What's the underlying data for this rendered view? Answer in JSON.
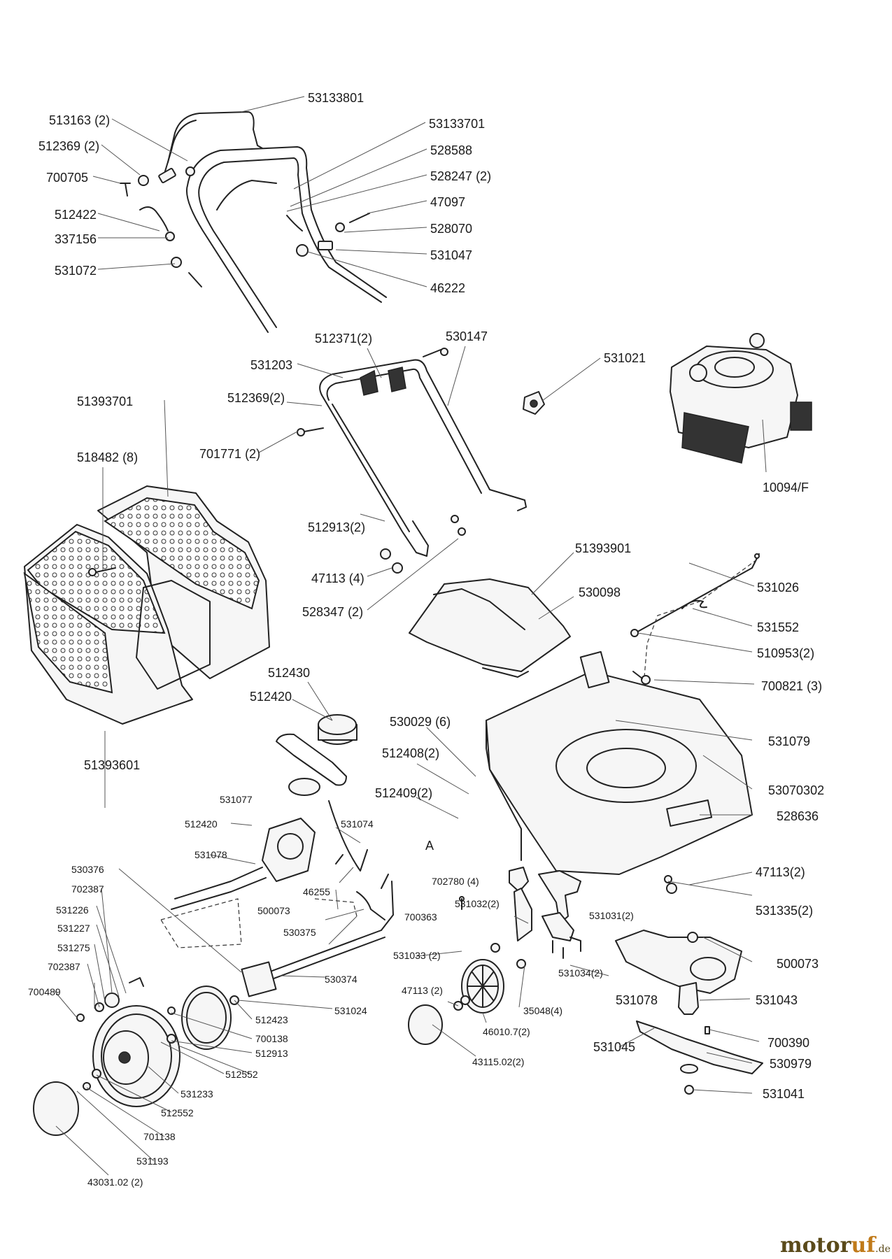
{
  "brand": {
    "name_dark": "motor",
    "name_orange": "uf",
    "suffix": ".de"
  },
  "labels": {
    "l_53133801": "53133801",
    "l_513163": "513163 (2)",
    "l_53133701": "53133701",
    "l_512369a": "512369 (2)",
    "l_528588": "528588",
    "l_700705": "700705",
    "l_528247": "528247 (2)",
    "l_47097": "47097",
    "l_512422": "512422",
    "l_528070": "528070",
    "l_337156": "337156",
    "l_531047": "531047",
    "l_531072": "531072",
    "l_46222": "46222",
    "l_512371": "512371(2)",
    "l_530147": "530147",
    "l_531021": "531021",
    "l_531203": "531203",
    "l_512369b": "512369(2)",
    "l_51393701": "51393701",
    "l_701771": "701771 (2)",
    "l_518482": "518482 (8)",
    "l_10094F": "10094/F",
    "l_512913a": "512913(2)",
    "l_51393901": "51393901",
    "l_47113a": "47113 (4)",
    "l_531026": "531026",
    "l_528347": "528347 (2)",
    "l_530098": "530098",
    "l_531552": "531552",
    "l_510953": "510953(2)",
    "l_512430": "512430",
    "l_700821": "700821 (3)",
    "l_512420a": "512420",
    "l_530029": "530029 (6)",
    "l_531079": "531079",
    "l_512408": "512408(2)",
    "l_51393601": "51393601",
    "l_53070302": "53070302",
    "l_512409": "512409(2)",
    "l_531077": "531077",
    "l_528636": "528636",
    "l_512420b": "512420",
    "l_531074": "531074",
    "l_A": "A",
    "l_531078a": "531078",
    "l_702780": "702780 (4)",
    "l_530376": "530376",
    "l_46255": "46255",
    "l_47113b": "47113(2)",
    "l_702387a": "702387",
    "l_500073a": "500073",
    "l_700363": "700363",
    "l_531032": "531032(2)",
    "l_531031": "531031(2)",
    "l_531335": "531335(2)",
    "l_531226": "531226",
    "l_530375": "530375",
    "l_531227": "531227",
    "l_531033": "531033 (2)",
    "l_531275": "531275",
    "l_530374": "530374",
    "l_531034": "531034(2)",
    "l_500073b": "500073",
    "l_702387b": "702387",
    "l_47113c": "47113 (2)",
    "l_531078b": "531078",
    "l_531043": "531043",
    "l_700489": "700489",
    "l_531024": "531024",
    "l_35048": "35048(4)",
    "l_512423": "512423",
    "l_46010": "46010.7(2)",
    "l_700390": "700390",
    "l_700138": "700138",
    "l_531045": "531045",
    "l_512913b": "512913",
    "l_530979": "530979",
    "l_43115": "43115.02(2)",
    "l_512552a": "512552",
    "l_531041": "531041",
    "l_531233": "531233",
    "l_512552b": "512552",
    "l_701138": "701138",
    "l_531193": "531193",
    "l_43031": "43031.02  (2)"
  }
}
